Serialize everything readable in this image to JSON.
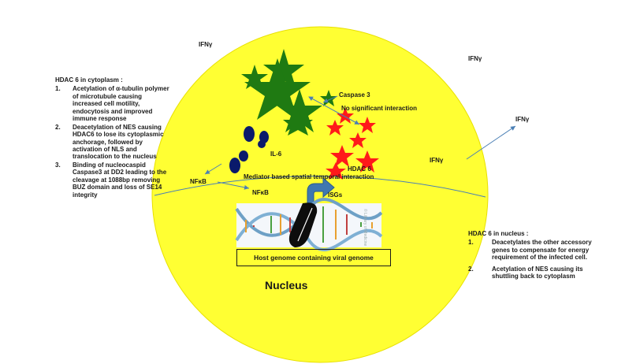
{
  "labels": {
    "ifn_top_left": "IFNγ",
    "ifn_top_right": "IFNγ",
    "ifn_right": "IFNγ",
    "ifn_inner": "IFNγ",
    "caspase3": "Caspase 3",
    "no_interaction": "No significant interaction",
    "il6": "IL-6",
    "nfkb_outer": "NFκB",
    "nfkb_inner": "NFκB",
    "hdac6": "HDAC 6",
    "mediator": "Mediator based spatial temporal interaction",
    "isgs": "ISGs",
    "host_genome": "Host genome containing viral genome",
    "nucleus": "Nucleus",
    "watermark": "© Library of Medicine"
  },
  "left_panel": {
    "title": "HDAC 6 in cytoplasm :",
    "items": [
      {
        "num": "1.",
        "text": "Acetylation of α-tubulin polymer of microtubule causing increased cell motility, endocytosis and improved immune response"
      },
      {
        "num": "2.",
        "text": "Deacetylation of NES causing  HDAC6 to lose its cytoplasmic anchorage, followed by activation of NLS and translocation to the nucleus"
      },
      {
        "num": "3.",
        "text": "Binding of nucleocaspid Caspase3 at DD2 leading to the cleavage at 1088bp removing BUZ domain and loss of SE14 integrity"
      }
    ]
  },
  "right_panel": {
    "title": "HDAC 6 in nucleus :",
    "items": [
      {
        "num": "1.",
        "text": "Deacetylates the other accessory genes to compensate for energy requirement of the infected cell."
      },
      {
        "num": "2.",
        "text": "Acetylation of NES causing its shuttling back to cytoplasm"
      }
    ]
  },
  "colors": {
    "cell": "#ffff33",
    "green_star": "#1f7a12",
    "red_star": "#ff1a1a",
    "il6_blob": "#0a1a6b",
    "arrow": "#4a7fb5",
    "isg_arrow": "#3f78b0"
  }
}
